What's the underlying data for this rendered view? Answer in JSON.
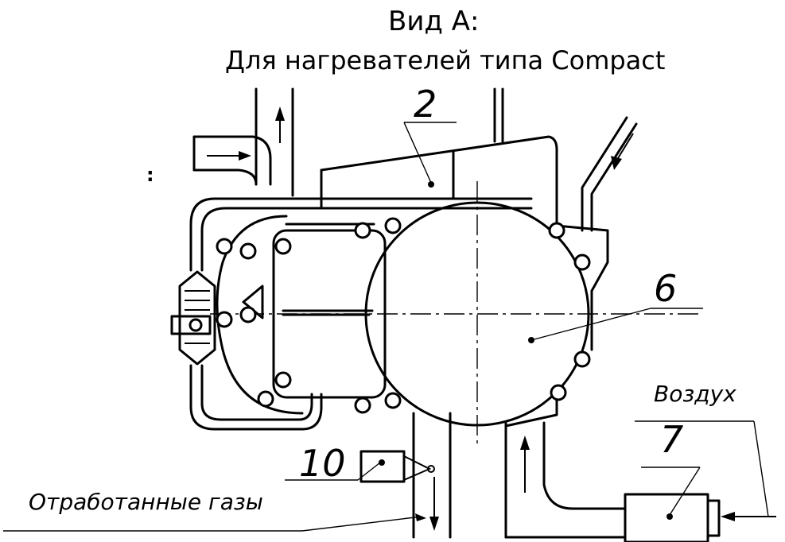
{
  "title": {
    "line1": "Вид А:",
    "line2": "Для нагревателей типа Compact"
  },
  "callouts": {
    "part2": "2",
    "part6": "6",
    "part7": "7",
    "part10": "10"
  },
  "flows": {
    "air": "Воздух",
    "exhaust": "Отработанные газы"
  },
  "side_mark": ":"
}
